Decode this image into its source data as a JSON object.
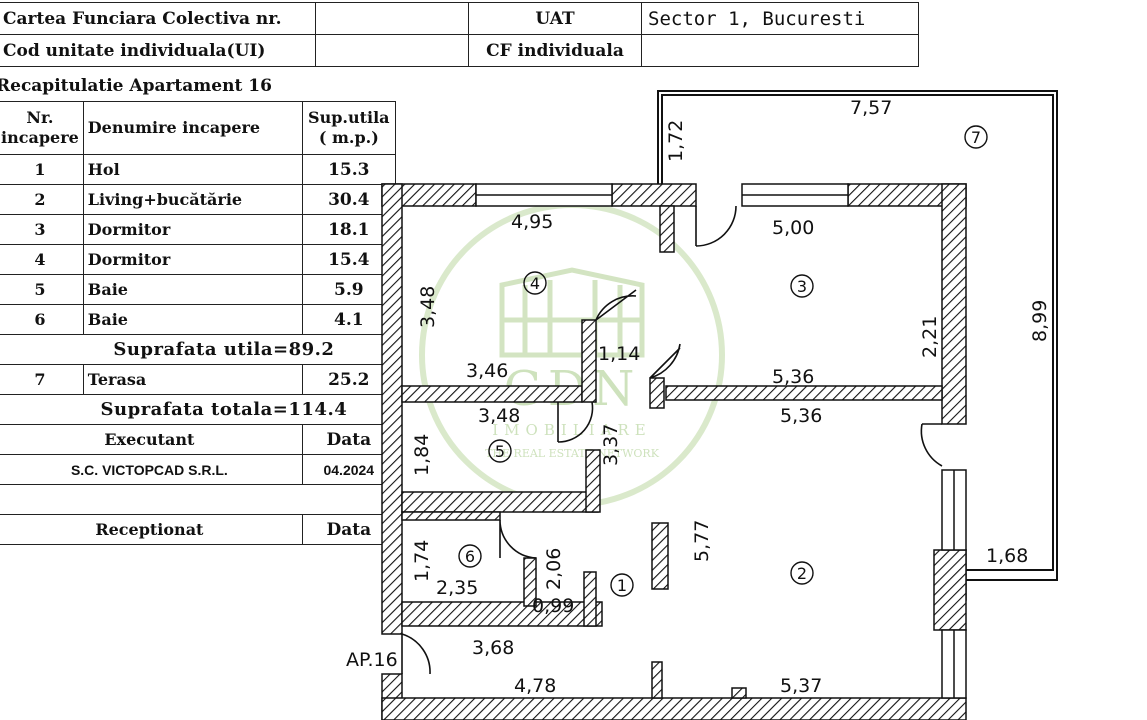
{
  "header": {
    "row1": {
      "label": "Cartea Funciara Colectiva nr.",
      "value": "",
      "uat_label": "UAT",
      "uat_value": "Sector 1, Bucuresti"
    },
    "row2": {
      "label": "Cod unitate individuala(UI)",
      "value": "",
      "cf_label": "CF individuala",
      "cf_value": ""
    }
  },
  "recap": {
    "title": "Recapitulatie Apartament 16",
    "col_nr": "Nr. incapere",
    "col_name": "Denumire incapere",
    "col_area": "Sup.utila ( m.p.)",
    "rooms": [
      {
        "nr": "1",
        "name": "Hol",
        "area": "15.3"
      },
      {
        "nr": "2",
        "name": "Living+bucătărie",
        "area": "30.4"
      },
      {
        "nr": "3",
        "name": "Dormitor",
        "area": "18.1"
      },
      {
        "nr": "4",
        "name": "Dormitor",
        "area": "15.4"
      },
      {
        "nr": "5",
        "name": "Baie",
        "area": "5.9"
      },
      {
        "nr": "6",
        "name": "Baie",
        "area": "4.1"
      }
    ],
    "useful_area": "Suprafata utila=89.2",
    "terrace": {
      "nr": "7",
      "name": "Terasa",
      "area": "25.2"
    },
    "total_area": "Suprafata totala=114.4",
    "executant_label": "Executant",
    "data_label": "Data",
    "executant_name": "S.C. VICTOPCAD S.R.L.",
    "executant_date": "04.2024",
    "receptionat_label": "Receptionat",
    "receptionat_data_label": "Data"
  },
  "plan": {
    "apartment_label": "AP.16",
    "room_numbers": [
      "1",
      "2",
      "3",
      "4",
      "5",
      "6",
      "7"
    ],
    "dimensions": {
      "terrace_top": "7,57",
      "terrace_left": "1,72",
      "terrace_right": "8,99",
      "terrace_bottom": "1,68",
      "r4_width": "4,95",
      "r4_height": "3,48",
      "r4_bottom": "3,46",
      "r3_width": "5,00",
      "r3_height": "2,21",
      "r3_bottom": "5,36",
      "hall_small": "1,14",
      "r2_top": "5,36",
      "r2_bottom": "5,37",
      "r5_width": "3,48",
      "r5_height": "1,84",
      "r5_side": "3,37",
      "r6_height": "1,74",
      "r6_width": "2,35",
      "hall_a": "2,06",
      "hall_b": "0,99",
      "hall_c": "5,77",
      "hall_d": "3,68",
      "hall_e": "4,78"
    },
    "watermark": {
      "brand": "GDN",
      "line1": "IMOBILIARE",
      "line2": "THE REAL ESTATE NETWORK"
    }
  }
}
